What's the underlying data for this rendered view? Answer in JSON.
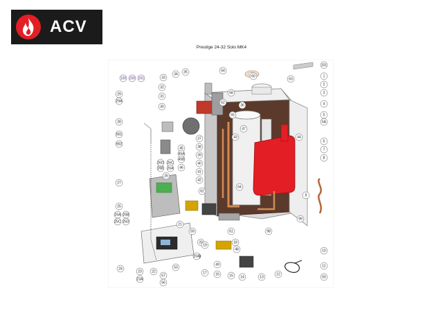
{
  "brand": {
    "name": "ACV",
    "mark_color": "#e31e24",
    "bg_color": "#1b1b1b"
  },
  "document": {
    "title": "Prestige 24-32 Solo MK4"
  },
  "callouts": {
    "left": [
      "100",
      "200",
      "201",
      "29",
      "29A",
      "33",
      "34",
      "35",
      "54",
      "32",
      "31",
      "30",
      "28",
      "901",
      "902",
      "27",
      "25",
      "25A",
      "25B",
      "25C",
      "25D",
      "24",
      "23",
      "23A",
      "22",
      "57",
      "56",
      "53",
      "21",
      "26",
      "26B",
      "26D",
      "26C",
      "26A",
      "46",
      "45",
      "45A",
      "45B",
      "37",
      "38",
      "39",
      "40",
      "41",
      "42",
      "62",
      "59",
      "20",
      "20A",
      "19",
      "17",
      "16",
      "15",
      "14",
      "13",
      "12",
      "18",
      "48",
      "49"
    ],
    "right": [
      "101",
      "1",
      "2",
      "3",
      "4",
      "5",
      "5A",
      "6",
      "7",
      "8",
      "60",
      "63",
      "58",
      "52",
      "36",
      "55",
      "44",
      "43",
      "47",
      "64",
      "61",
      "98",
      "99",
      "9",
      "10",
      "11",
      "50"
    ]
  }
}
